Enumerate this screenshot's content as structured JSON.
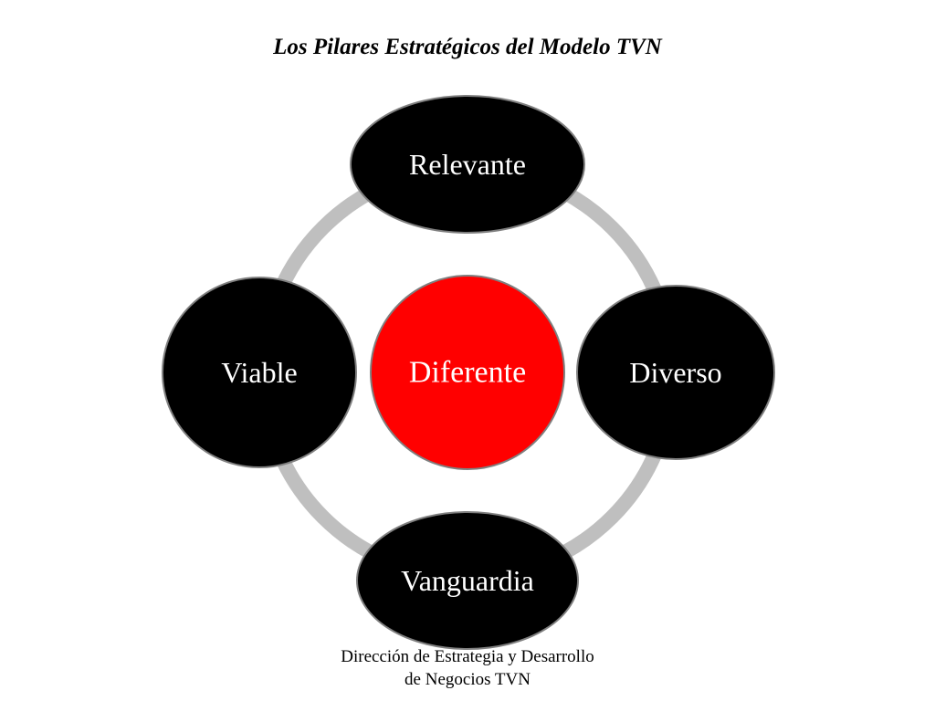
{
  "title": "Los Pilares Estratégicos del Modelo TVN",
  "center": {
    "label": "Diferente",
    "color": "#ff0000"
  },
  "nodes": {
    "top": {
      "label": "Relevante"
    },
    "right": {
      "label": "Diverso"
    },
    "bottom": {
      "label": "Vanguardia"
    },
    "left": {
      "label": "Viable"
    }
  },
  "colors": {
    "node_fill": "#000000",
    "node_border": "#7f7f7f",
    "ring": "#bfbfbf",
    "node_text": "#ffffff"
  },
  "footer": {
    "line1": "Dirección de Estrategia y Desarrollo",
    "line2": "de Negocios TVN"
  }
}
